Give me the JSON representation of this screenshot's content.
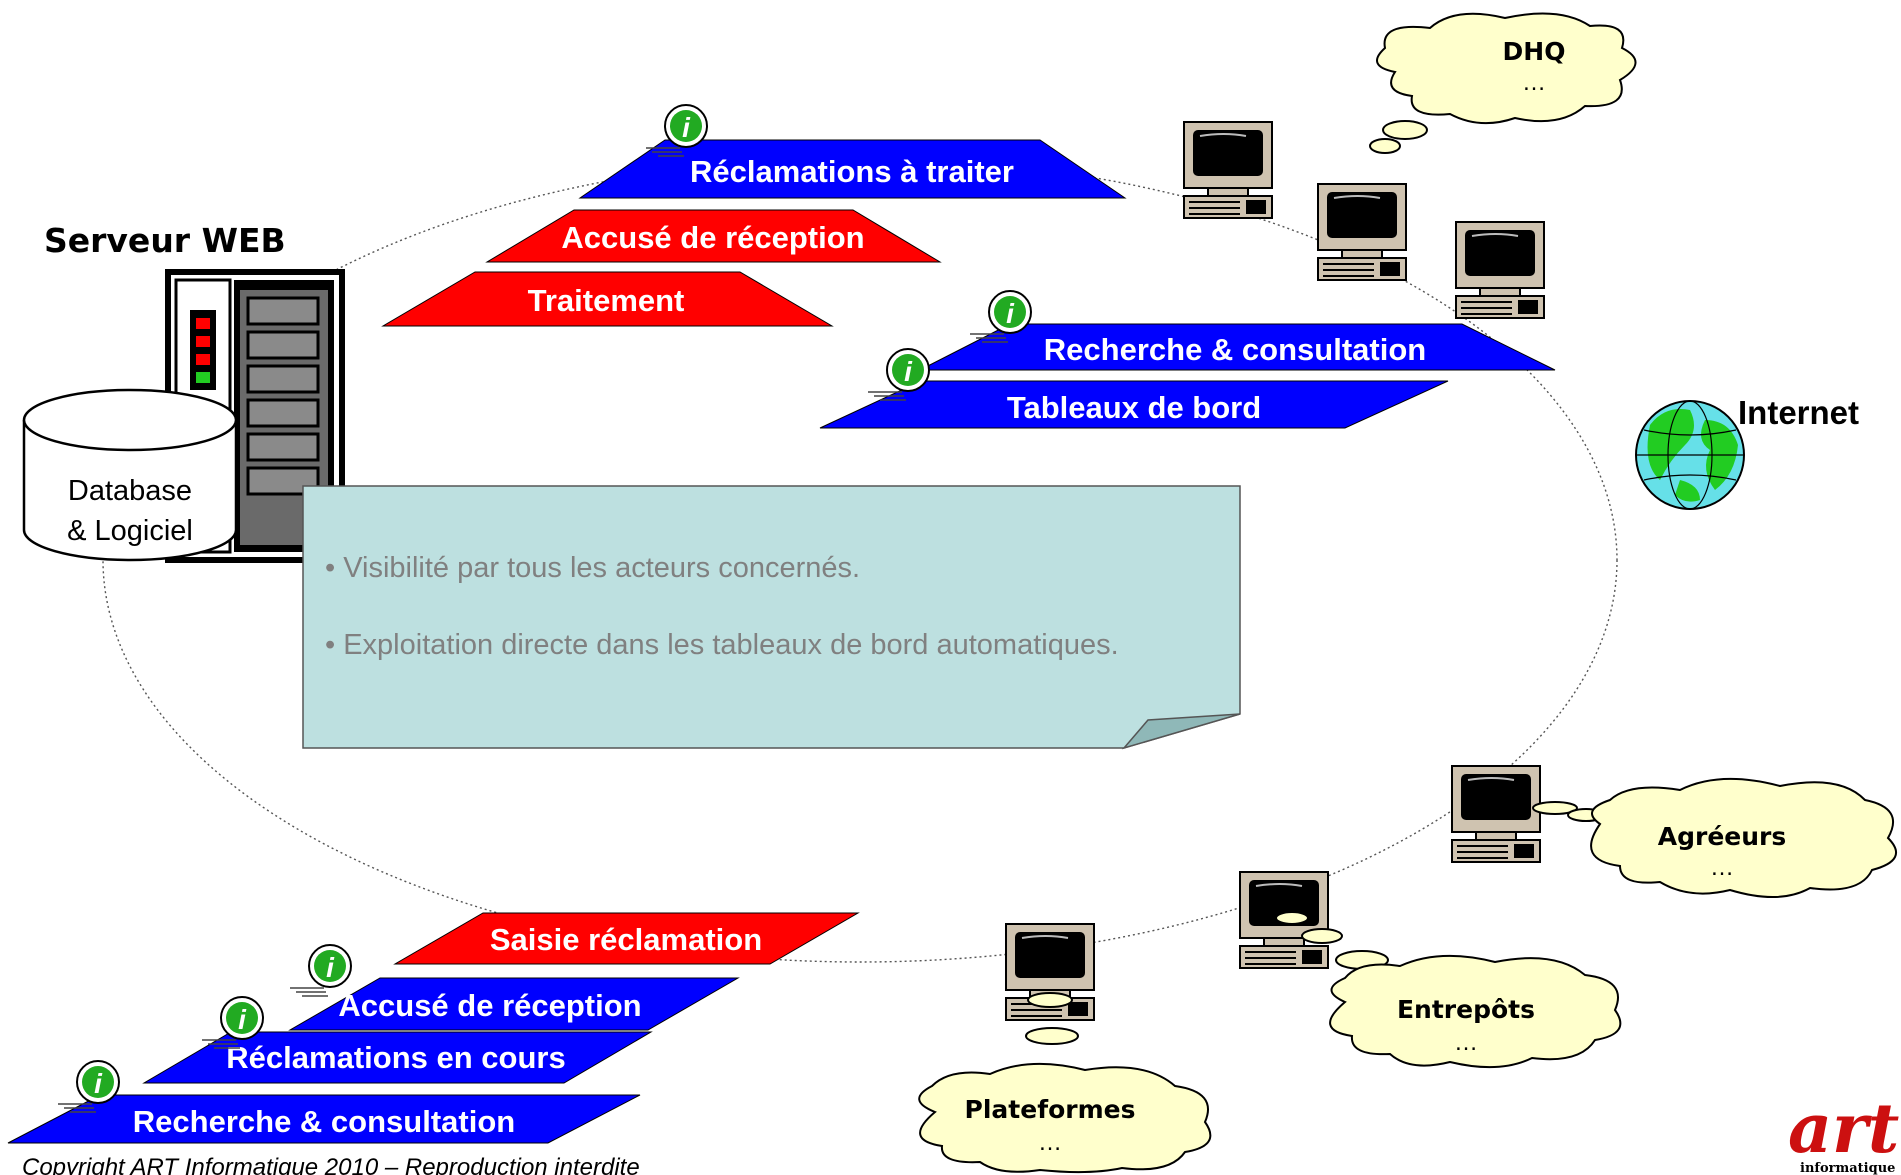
{
  "server": {
    "title": "Serveur WEB",
    "db_line1": "Database",
    "db_line2": "& Logiciel"
  },
  "top_bars": [
    {
      "label": "Réclamations à traiter",
      "color": "#0000ff"
    },
    {
      "label": "Accusé de réception",
      "color": "#ff0000"
    },
    {
      "label": "Traitement",
      "color": "#ff0000"
    }
  ],
  "mid_bars": [
    {
      "label": "Recherche & consultation",
      "color": "#0000ff"
    },
    {
      "label": "Tableaux de bord",
      "color": "#0000ff"
    }
  ],
  "bottom_bars": [
    {
      "label": "Saisie réclamation",
      "color": "#ff0000"
    },
    {
      "label": "Accusé de réception",
      "color": "#0000ff"
    },
    {
      "label": "Réclamations en cours",
      "color": "#0000ff"
    },
    {
      "label": "Recherche & consultation",
      "color": "#0000ff"
    }
  ],
  "clouds": {
    "dhq": {
      "title": "DHQ",
      "sub": "…"
    },
    "agreeurs": {
      "title": "Agréeurs",
      "sub": "…"
    },
    "entrepots": {
      "title": "Entrepôts",
      "sub": "…"
    },
    "plateformes": {
      "title": "Plateformes",
      "sub": "…"
    }
  },
  "internet_label": "Internet",
  "note": {
    "lines": [
      "•  Visibilité par tous les acteurs concernés.",
      "• Exploitation directe dans les tableaux de bord automatiques."
    ]
  },
  "copyright": "Copyright ART Informatique 2010 – Reproduction interdite",
  "logo": {
    "word": "art",
    "sub": "informatique"
  },
  "colors": {
    "bar_blue": "#0000ff",
    "bar_red": "#ff0000",
    "cloud_fill": "#ffffcc",
    "note_fill": "#bde0e0",
    "info_green": "#22aa22",
    "globe_green": "#22cc22",
    "globe_cyan": "#66e0e8",
    "logo_red": "#cc1010"
  },
  "icons": [
    "info-icon",
    "computer-icon",
    "server-icon",
    "database-icon",
    "globe-icon"
  ]
}
